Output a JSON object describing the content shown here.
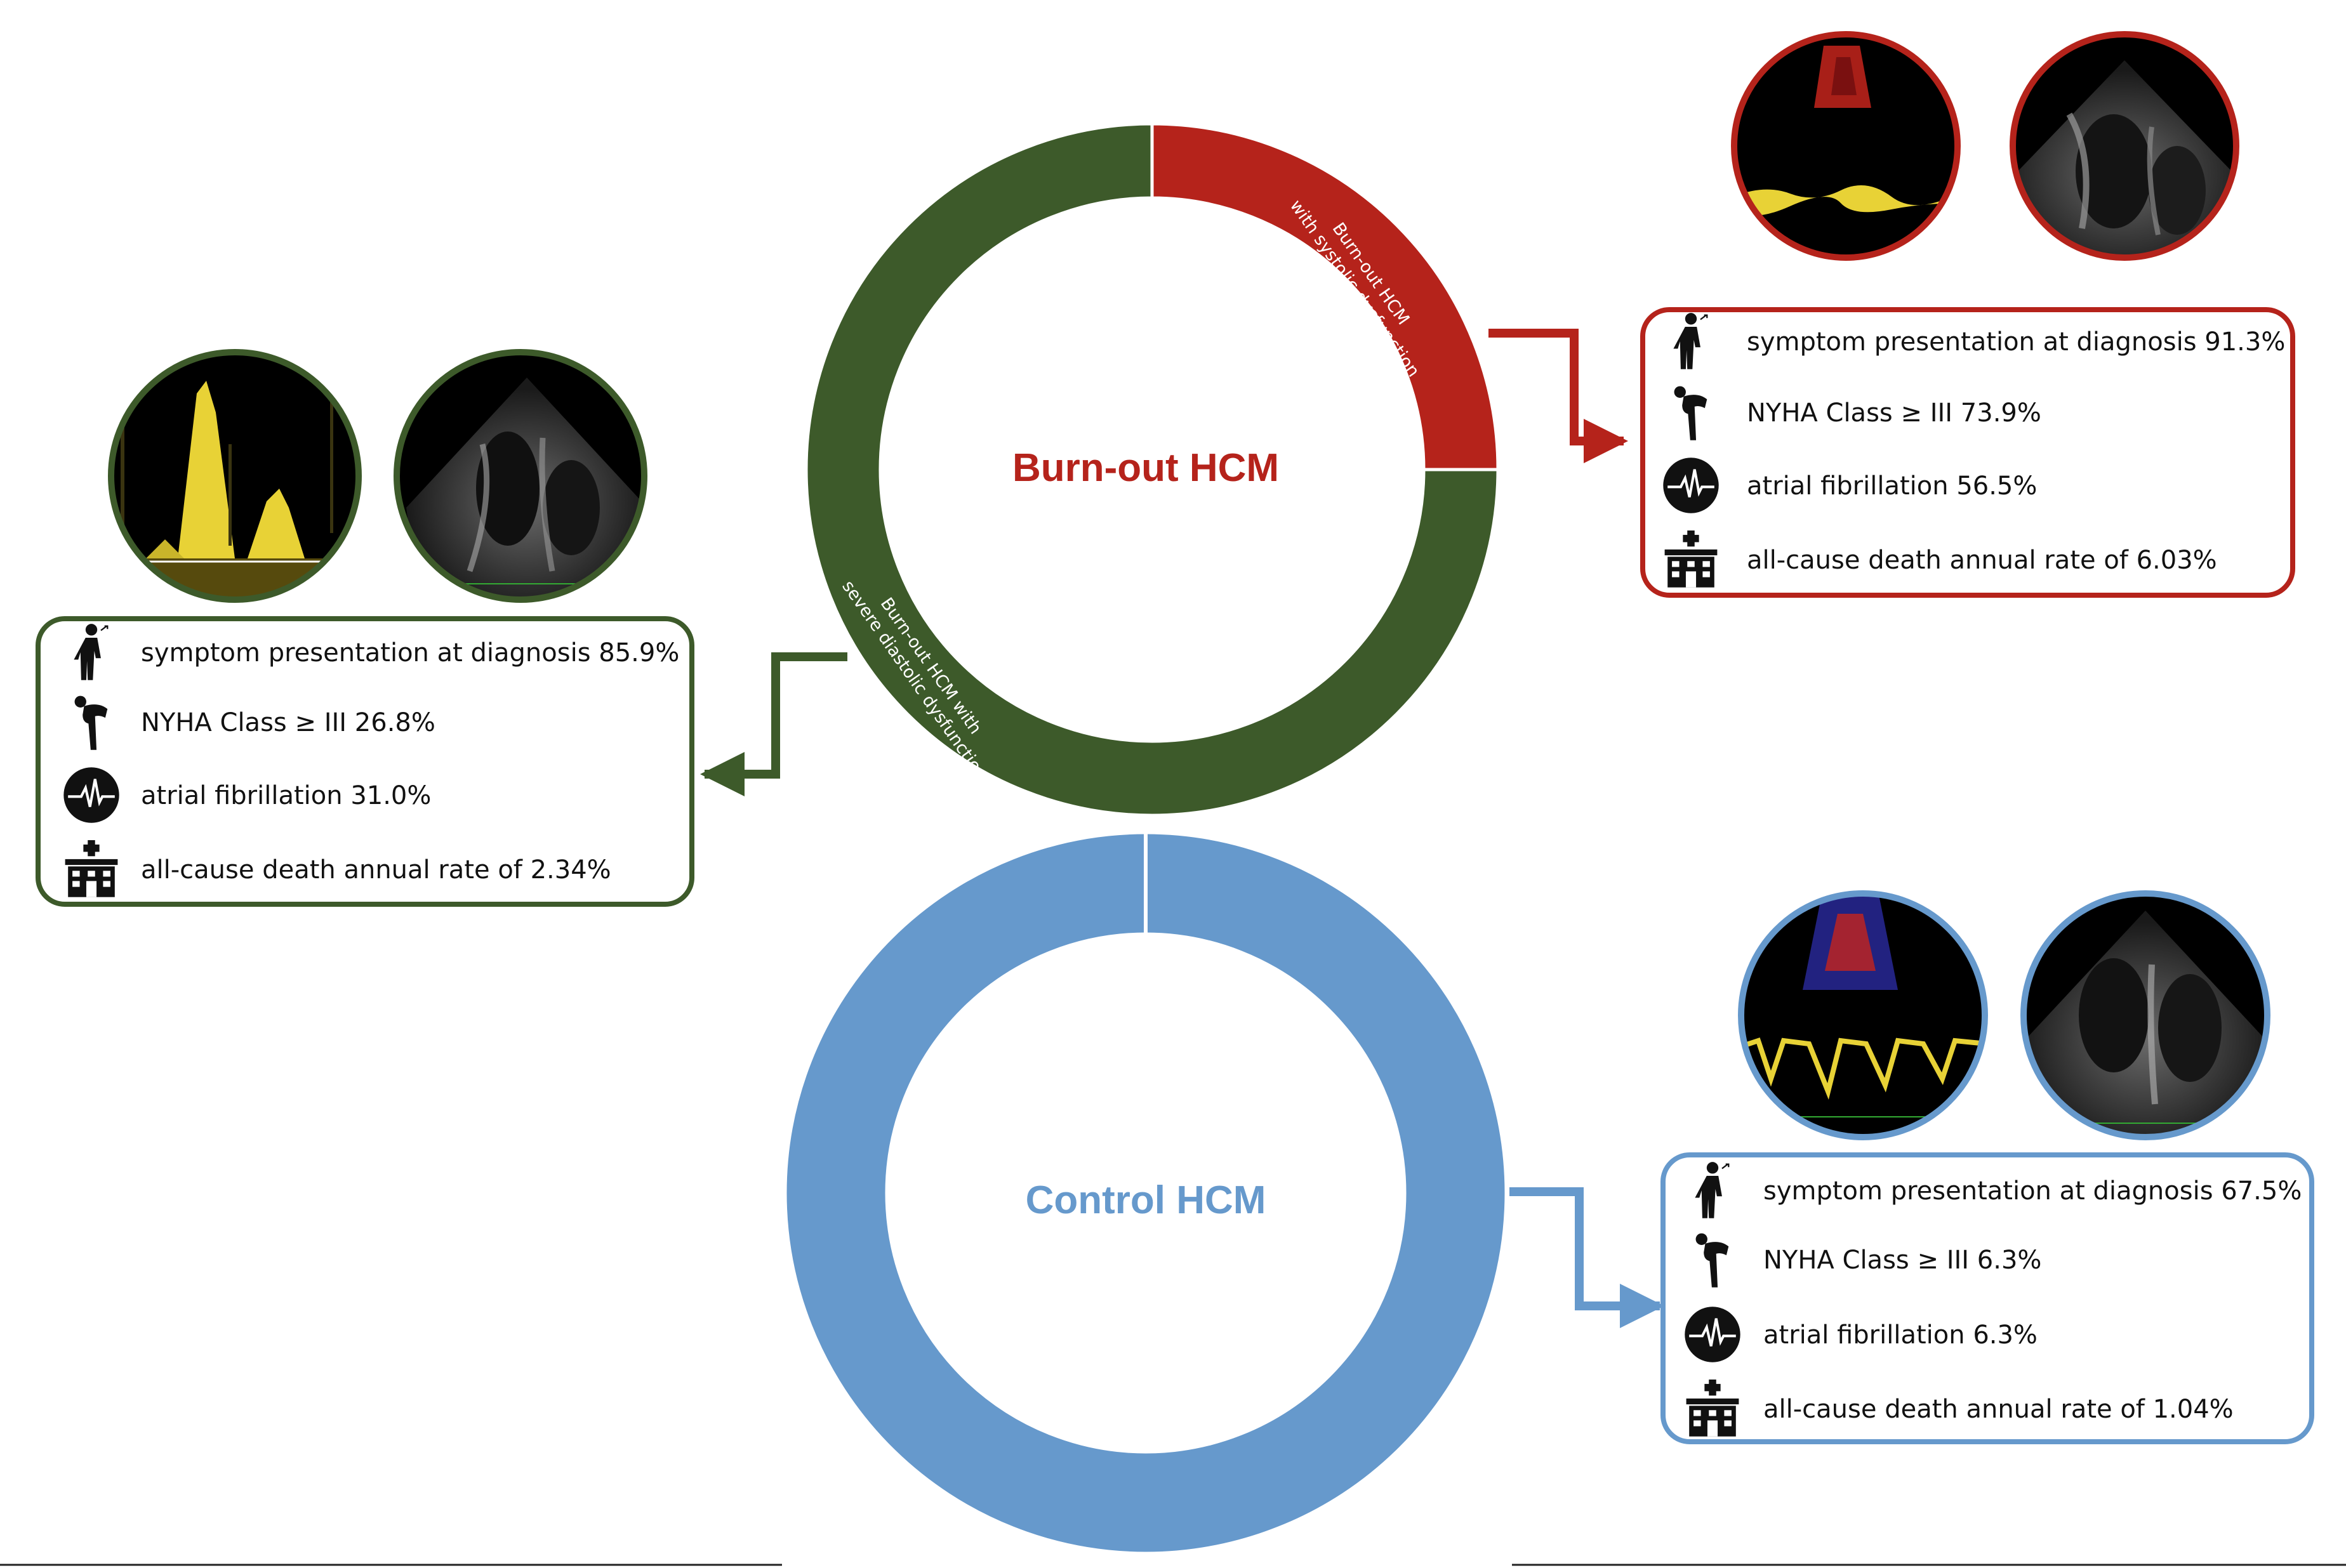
{
  "colors": {
    "burnout_red": "#b5231b",
    "burnout_green": "#3d5a2a",
    "control_blue": "#6699cc",
    "scan_yellow": "#e8d236",
    "scan_black": "#000000"
  },
  "burnout": {
    "title": "Burn-out HCM",
    "segments": [
      {
        "label_line1": "Burn-out HCM",
        "label_line2": "with systolic dysfunction",
        "fraction": 0.25,
        "color": "#b5231b"
      },
      {
        "label_line1": "Burn-out HCM with",
        "label_line2": "severe diastolic dysfunction",
        "fraction": 0.75,
        "color": "#3d5a2a"
      }
    ]
  },
  "control": {
    "title": "Control HCM",
    "fraction": 1.0,
    "color": "#6699cc"
  },
  "panels": {
    "systolic": {
      "border_color": "#b5231b",
      "items": [
        {
          "icon": "walking-person-icon",
          "text": "symptom presentation at diagnosis 91.3%"
        },
        {
          "icon": "bent-person-icon",
          "text": "NYHA Class ≥ III 73.9%"
        },
        {
          "icon": "heartbeat-icon",
          "text": "atrial fibrillation 56.5%"
        },
        {
          "icon": "hospital-icon",
          "text": "all-cause death annual rate of 6.03%"
        }
      ]
    },
    "diastolic": {
      "border_color": "#3d5a2a",
      "items": [
        {
          "icon": "walking-person-icon",
          "text": "symptom presentation at diagnosis 85.9%"
        },
        {
          "icon": "bent-person-icon",
          "text": "NYHA Class ≥ III 26.8%"
        },
        {
          "icon": "heartbeat-icon",
          "text": "atrial fibrillation 31.0%"
        },
        {
          "icon": "hospital-icon",
          "text": "all-cause death annual rate of 2.34%"
        }
      ]
    },
    "control": {
      "border_color": "#6699cc",
      "items": [
        {
          "icon": "walking-person-icon",
          "text": "symptom presentation at diagnosis 67.5%"
        },
        {
          "icon": "bent-person-icon",
          "text": "NYHA Class ≥ III 6.3%"
        },
        {
          "icon": "heartbeat-icon",
          "text": "atrial fibrillation 6.3%"
        },
        {
          "icon": "hospital-icon",
          "text": "all-cause death annual rate of 1.04%"
        }
      ]
    }
  },
  "images": {
    "systolic": [
      "doppler-tracing-image",
      "echocardiogram-image"
    ],
    "diastolic": [
      "doppler-tracing-image",
      "echocardiogram-image"
    ],
    "control": [
      "doppler-tracing-image",
      "echocardiogram-image"
    ]
  }
}
